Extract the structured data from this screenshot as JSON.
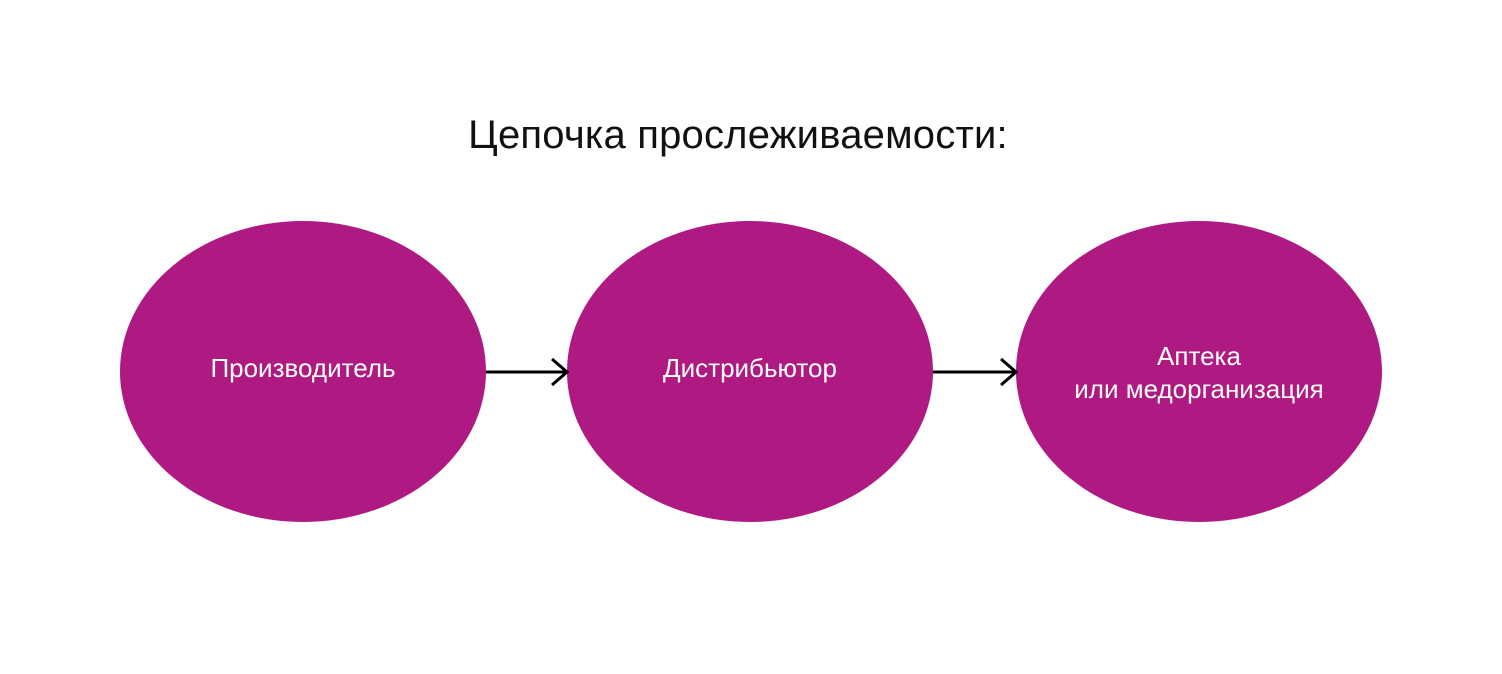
{
  "title": "Цепочка прослеживаемости:",
  "colors": {
    "node_fill": "#ae1982",
    "node_text": "#ffffff",
    "arrow": "#000000",
    "title": "#111111",
    "background": "#ffffff"
  },
  "nodes": [
    {
      "label": "Производитель"
    },
    {
      "label": "Дистрибьютор"
    },
    {
      "label": "Аптека\nили медорганизация"
    }
  ],
  "arrows": [
    {
      "from": "Производитель",
      "to": "Дистрибьютор",
      "icon": "arrow-right-icon"
    },
    {
      "from": "Дистрибьютор",
      "to": "Аптека\nили медорганизация",
      "icon": "arrow-right-icon"
    }
  ]
}
